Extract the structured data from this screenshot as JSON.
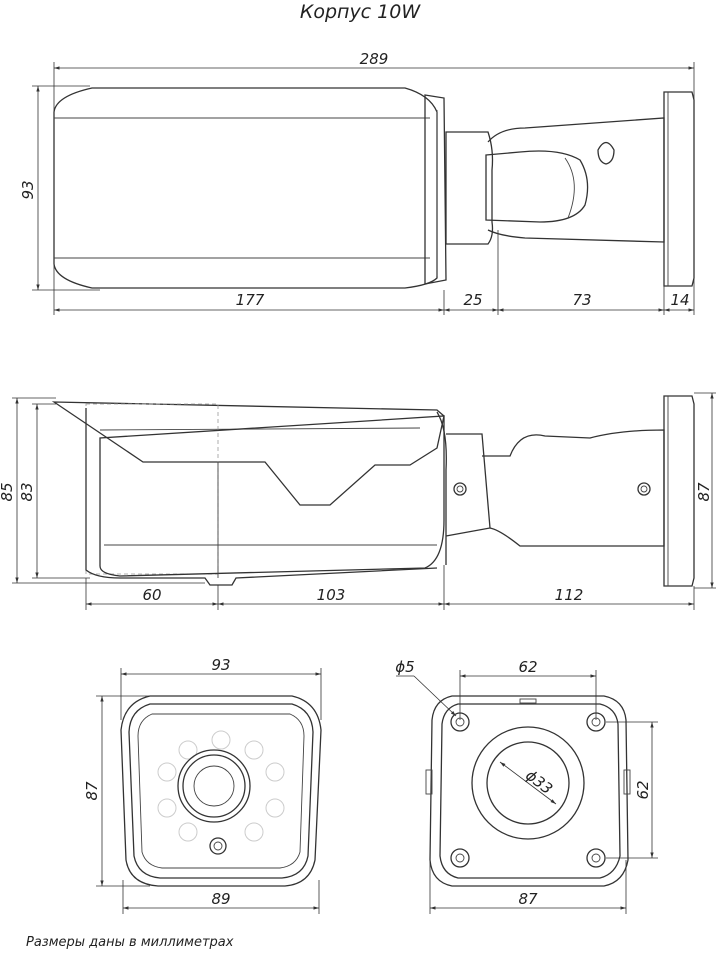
{
  "title": "Корпус 10W",
  "footnote": "Размеры даны в миллиметрах",
  "side_view": {
    "overall_length": "289",
    "height": "93",
    "body_length": "177",
    "neck": "25",
    "bracket": "73",
    "base": "14"
  },
  "top_view": {
    "height_outer": "85",
    "height_inner": "83",
    "segment_a": "60",
    "segment_b": "103",
    "segment_c": "112",
    "mount_height": "87"
  },
  "front_view": {
    "width_top": "93",
    "height": "87",
    "width_bottom": "89"
  },
  "base_view": {
    "hole_diameter": "ϕ5",
    "hole_spacing_h": "62",
    "hole_spacing_v": "62",
    "center_diameter": "ϕ33",
    "width": "87"
  },
  "icons": [
    "arrow-icon",
    "screw-icon"
  ]
}
